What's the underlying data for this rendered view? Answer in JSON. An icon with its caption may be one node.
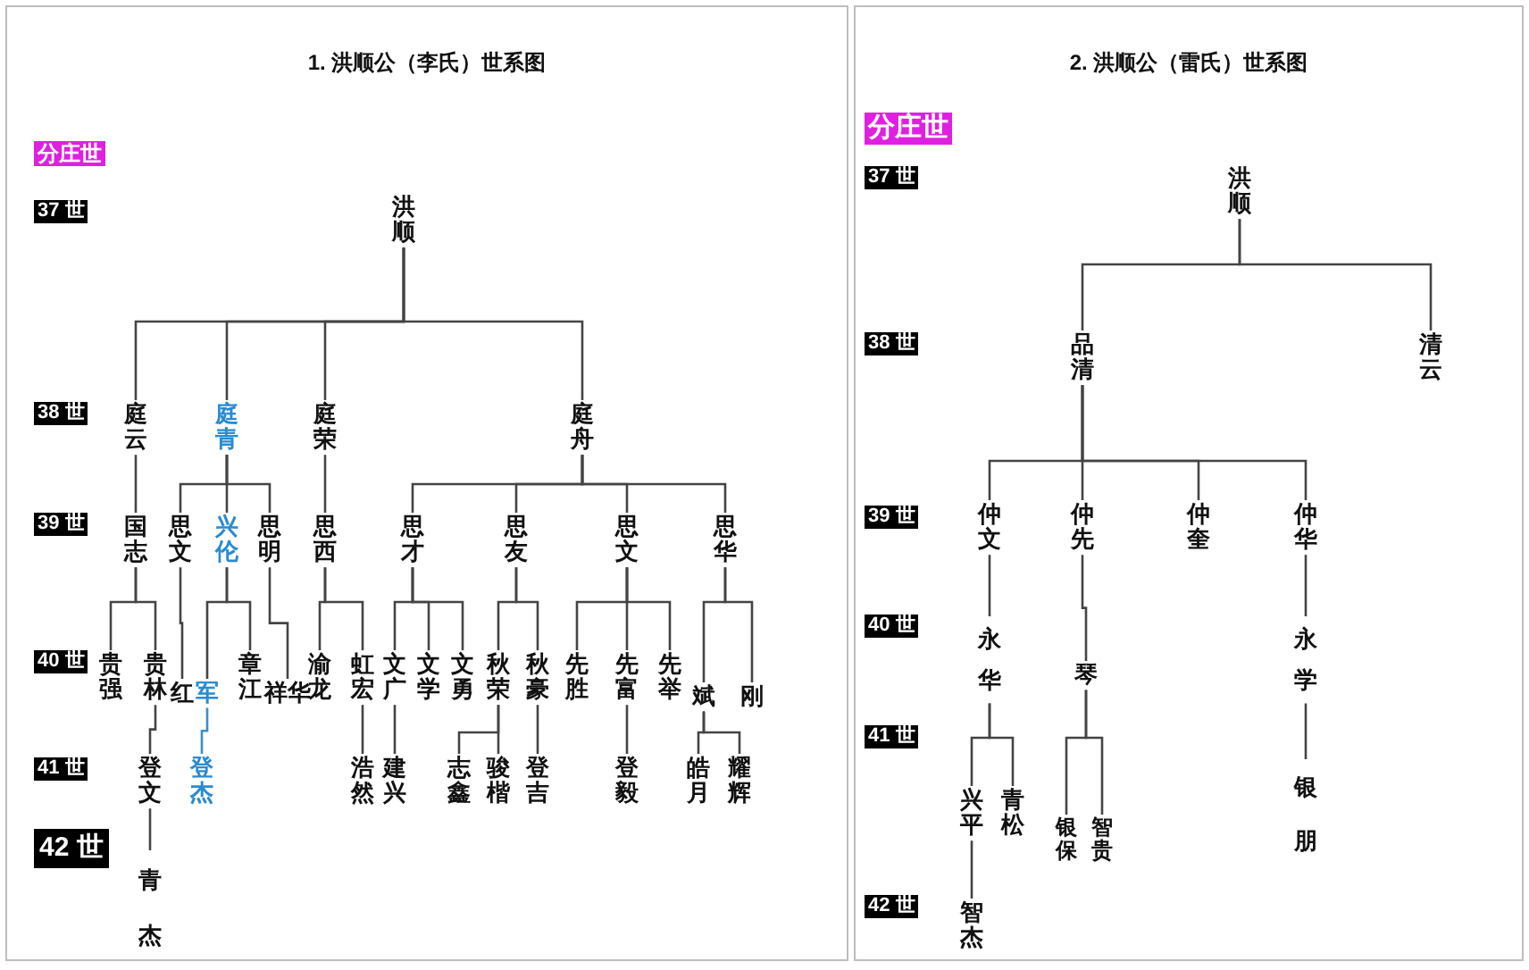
{
  "diagram": {
    "nodes": [
      {
        "text": [
          "1. 洪顺公（李氏）世系图"
        ]
      },
      {
        "text": [
          "洪顺"
        ],
        "in": 0
      },
      {
        "text": [
          "庭云"
        ],
        "in": 0
      },
      {
        "text": [
          "庭青"
        ],
        "in": 0
      },
      {
        "text": [
          "庭荣"
        ],
        "in": 0
      },
      {
        "text": [
          "庭舟"
        ],
        "in": 0
      },
      {
        "text": [
          "国志"
        ],
        "in": 0
      },
      {
        "text": [
          "思文"
        ],
        "in": 0
      },
      {
        "text": [
          "兴伦"
        ],
        "in": 0
      },
      {
        "text": [
          "思明"
        ],
        "in": 0
      },
      {
        "text": [
          "思西"
        ],
        "in": 0
      },
      {
        "text": [
          "思才"
        ],
        "in": 0
      },
      {
        "text": [
          "思友"
        ],
        "in": 0
      },
      {
        "text": [
          "思文"
        ],
        "in": 0
      },
      {
        "text": [
          "思华"
        ],
        "in": 0
      },
      {
        "text": [
          "贵强"
        ],
        "in": 0
      },
      {
        "text": [
          "贵林"
        ],
        "in": 0
      },
      {
        "text": [
          "红"
        ],
        "in": 0
      },
      {
        "text": [
          "军"
        ],
        "in": 0
      },
      {
        "text": [
          "章江"
        ],
        "in": 0
      },
      {
        "text": [
          "祥华"
        ],
        "in": 0
      },
      {
        "text": [
          "渝龙"
        ],
        "in": 0
      },
      {
        "text": [
          "虹宏"
        ],
        "in": 0
      },
      {
        "text": [
          "文广"
        ],
        "in": 0
      },
      {
        "text": [
          "文学"
        ],
        "in": 0
      },
      {
        "text": [
          "文勇"
        ],
        "in": 0
      },
      {
        "text": [
          "秋荣"
        ],
        "in": 0
      },
      {
        "text": [
          "秋豪"
        ],
        "in": 0
      },
      {
        "text": [
          "先胜"
        ],
        "in": 0
      },
      {
        "text": [
          "先富"
        ],
        "in": 0
      },
      {
        "text": [
          "先举"
        ],
        "in": 0
      },
      {
        "text": [
          "斌"
        ],
        "in": 0
      },
      {
        "text": [
          "刚"
        ],
        "in": 0
      },
      {
        "text": [
          "登文"
        ],
        "in": 0
      },
      {
        "text": [
          "登杰"
        ],
        "in": 0
      },
      {
        "text": [
          "浩然"
        ],
        "in": 0
      },
      {
        "text": [
          "建兴"
        ],
        "in": 0
      },
      {
        "text": [
          "志鑫"
        ],
        "in": 0
      },
      {
        "text": [
          "骏楷"
        ],
        "in": 0
      },
      {
        "text": [
          "登吉"
        ],
        "in": 0
      },
      {
        "text": [
          "登毅"
        ],
        "in": 0
      },
      {
        "text": [
          "皓月"
        ],
        "in": 0
      },
      {
        "text": [
          "耀辉"
        ],
        "in": 0
      },
      {
        "text": [
          "青杰"
        ],
        "in": 0
      },
      {
        "text": [
          "2. 洪顺公（雷氏）世系图"
        ]
      },
      {
        "text": [
          "洪顺"
        ],
        "in": 44
      },
      {
        "text": [
          "品清"
        ],
        "in": 44
      },
      {
        "text": [
          "清云"
        ],
        "in": 44
      },
      {
        "text": [
          "仲文"
        ],
        "in": 44
      },
      {
        "text": [
          "仲先"
        ],
        "in": 44
      },
      {
        "text": [
          "仲奎"
        ],
        "in": 44
      },
      {
        "text": [
          "仲华"
        ],
        "in": 44
      },
      {
        "text": [
          "永华"
        ],
        "in": 44
      },
      {
        "text": [
          "琴"
        ],
        "in": 44
      },
      {
        "text": [
          "永学"
        ],
        "in": 44
      },
      {
        "text": [
          "兴平"
        ],
        "in": 44
      },
      {
        "text": [
          "青松"
        ],
        "in": 44
      },
      {
        "text": [
          "银保"
        ],
        "in": 44
      },
      {
        "text": [
          "智贵"
        ],
        "in": 44
      },
      {
        "text": [
          "银朋"
        ],
        "in": 44
      },
      {
        "text": [
          "智杰"
        ],
        "in": 44
      }
    ],
    "edges": [
      {
        "from": 1,
        "to": 2,
        "arrow": "none"
      },
      {
        "from": 1,
        "to": 3,
        "arrow": "none"
      },
      {
        "from": 1,
        "to": 4,
        "arrow": "none"
      },
      {
        "from": 1,
        "to": 5,
        "arrow": "none"
      },
      {
        "from": 2,
        "to": 6,
        "arrow": "none"
      },
      {
        "from": 3,
        "to": 7,
        "arrow": "none"
      },
      {
        "from": 3,
        "to": 8,
        "arrow": "none"
      },
      {
        "from": 3,
        "to": 9,
        "arrow": "none"
      },
      {
        "from": 4,
        "to": 10,
        "arrow": "none"
      },
      {
        "from": 5,
        "to": 11,
        "arrow": "none"
      },
      {
        "from": 5,
        "to": 12,
        "arrow": "none"
      },
      {
        "from": 5,
        "to": 13,
        "arrow": "none"
      },
      {
        "from": 5,
        "to": 14,
        "arrow": "none"
      },
      {
        "from": 6,
        "to": 15,
        "arrow": "none"
      },
      {
        "from": 6,
        "to": 16,
        "arrow": "none"
      },
      {
        "from": 7,
        "to": 17,
        "arrow": "none"
      },
      {
        "from": 8,
        "to": 18,
        "arrow": "none"
      },
      {
        "from": 8,
        "to": 19,
        "arrow": "none"
      },
      {
        "from": 9,
        "to": 20,
        "arrow": "none"
      },
      {
        "from": 10,
        "to": 21,
        "arrow": "none"
      },
      {
        "from": 10,
        "to": 22,
        "arrow": "none"
      },
      {
        "from": 11,
        "to": 23,
        "arrow": "none"
      },
      {
        "from": 11,
        "to": 24,
        "arrow": "none"
      },
      {
        "from": 11,
        "to": 25,
        "arrow": "none"
      },
      {
        "from": 12,
        "to": 26,
        "arrow": "none"
      },
      {
        "from": 12,
        "to": 27,
        "arrow": "none"
      },
      {
        "from": 13,
        "to": 28,
        "arrow": "none"
      },
      {
        "from": 13,
        "to": 29,
        "arrow": "none"
      },
      {
        "from": 13,
        "to": 30,
        "arrow": "none"
      },
      {
        "from": 14,
        "to": 31,
        "arrow": "none"
      },
      {
        "from": 14,
        "to": 32,
        "arrow": "none"
      },
      {
        "from": 16,
        "to": 33,
        "arrow": "none"
      },
      {
        "from": 18,
        "to": 34,
        "arrow": "none",
        "color": "#3a8fc8"
      },
      {
        "from": 22,
        "to": 35,
        "arrow": "none"
      },
      {
        "from": 23,
        "to": 36,
        "arrow": "none"
      },
      {
        "from": 26,
        "to": 37,
        "arrow": "none"
      },
      {
        "from": 26,
        "to": 38,
        "arrow": "none"
      },
      {
        "from": 27,
        "to": 39,
        "arrow": "none"
      },
      {
        "from": 29,
        "to": 40,
        "arrow": "none"
      },
      {
        "from": 31,
        "to": 41,
        "arrow": "none"
      },
      {
        "from": 31,
        "to": 42,
        "arrow": "none"
      },
      {
        "from": 33,
        "to": 43,
        "arrow": "none"
      },
      {
        "from": 45,
        "to": 46,
        "arrow": "none"
      },
      {
        "from": 45,
        "to": 47,
        "arrow": "none"
      },
      {
        "from": 46,
        "to": 48,
        "arrow": "none"
      },
      {
        "from": 46,
        "to": 49,
        "arrow": "none"
      },
      {
        "from": 46,
        "to": 50,
        "arrow": "none"
      },
      {
        "from": 46,
        "to": 51,
        "arrow": "none"
      },
      {
        "from": 48,
        "to": 52,
        "arrow": "none"
      },
      {
        "from": 49,
        "to": 53,
        "arrow": "none"
      },
      {
        "from": 51,
        "to": 54,
        "arrow": "none"
      },
      {
        "from": 52,
        "to": 55,
        "arrow": "none"
      },
      {
        "from": 52,
        "to": 56,
        "arrow": "none"
      },
      {
        "from": 53,
        "to": 57,
        "arrow": "none"
      },
      {
        "from": 53,
        "to": 58,
        "arrow": "none"
      },
      {
        "from": 54,
        "to": 59,
        "arrow": "none"
      },
      {
        "from": 55,
        "to": 60,
        "arrow": "none"
      }
    ],
    "labels": [
      "分庄世",
      "37 世",
      "38 世",
      "39 世",
      "40 世",
      "41 世",
      "42 世",
      "分庄世",
      "37 世",
      "38 世",
      "39 世",
      "40 世",
      "41 世",
      "42 世"
    ]
  }
}
